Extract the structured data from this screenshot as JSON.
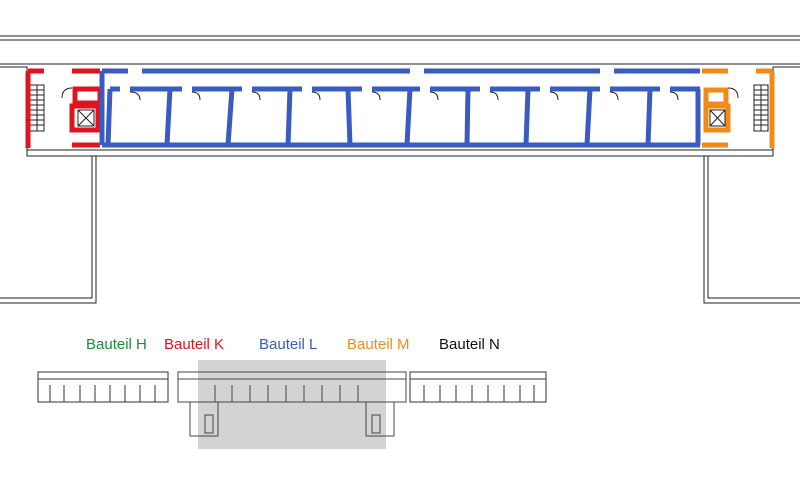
{
  "legend": {
    "bauteil_h": {
      "label": "Bauteil H",
      "color": "#1e8a3c"
    },
    "bauteil_k": {
      "label": "Bauteil K",
      "color": "#e0141e"
    },
    "bauteil_l": {
      "label": "Bauteil L",
      "color": "#3a5bbf"
    },
    "bauteil_m": {
      "label": "Bauteil M",
      "color": "#f28a1a"
    },
    "bauteil_n": {
      "label": "Bauteil N",
      "color": "#111111"
    }
  },
  "overview": {
    "highlight_color": "#d3d3d3"
  }
}
